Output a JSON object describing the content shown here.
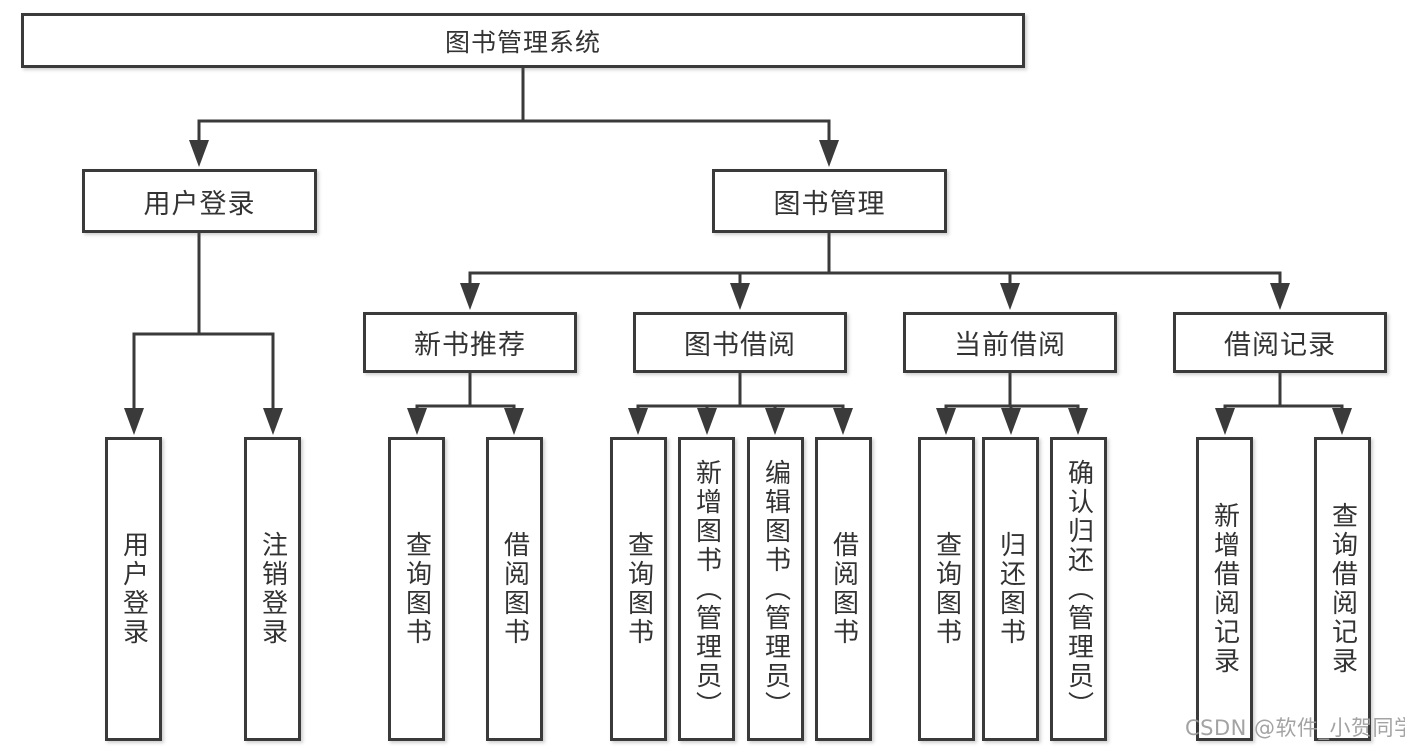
{
  "style": {
    "line_color": "#3a3a3a",
    "text_color": "#333333",
    "box_background": "#ffffff",
    "page_background": "#ffffff",
    "watermark_color": "#9c9c9c"
  },
  "watermark": {
    "text": "CSDN @软件_小贺同学"
  },
  "tree": {
    "label": "图书管理系统",
    "children": [
      {
        "label": "用户登录",
        "children": [
          {
            "label": "用户登录"
          },
          {
            "label": "注销登录"
          }
        ]
      },
      {
        "label": "图书管理",
        "children": [
          {
            "label": "新书推荐",
            "children": [
              {
                "label": "查询图书"
              },
              {
                "label": "借阅图书"
              }
            ]
          },
          {
            "label": "图书借阅",
            "children": [
              {
                "label": "查询图书"
              },
              {
                "label": "新增图书（管理员）"
              },
              {
                "label": "编辑图书（管理员）"
              },
              {
                "label": "借阅图书"
              }
            ]
          },
          {
            "label": "当前借阅",
            "children": [
              {
                "label": "查询图书"
              },
              {
                "label": "归还图书"
              },
              {
                "label": "确认归还（管理员）"
              }
            ]
          },
          {
            "label": "借阅记录",
            "children": [
              {
                "label": "新增借阅记录"
              },
              {
                "label": "查询借阅记录"
              }
            ]
          }
        ]
      }
    ]
  }
}
